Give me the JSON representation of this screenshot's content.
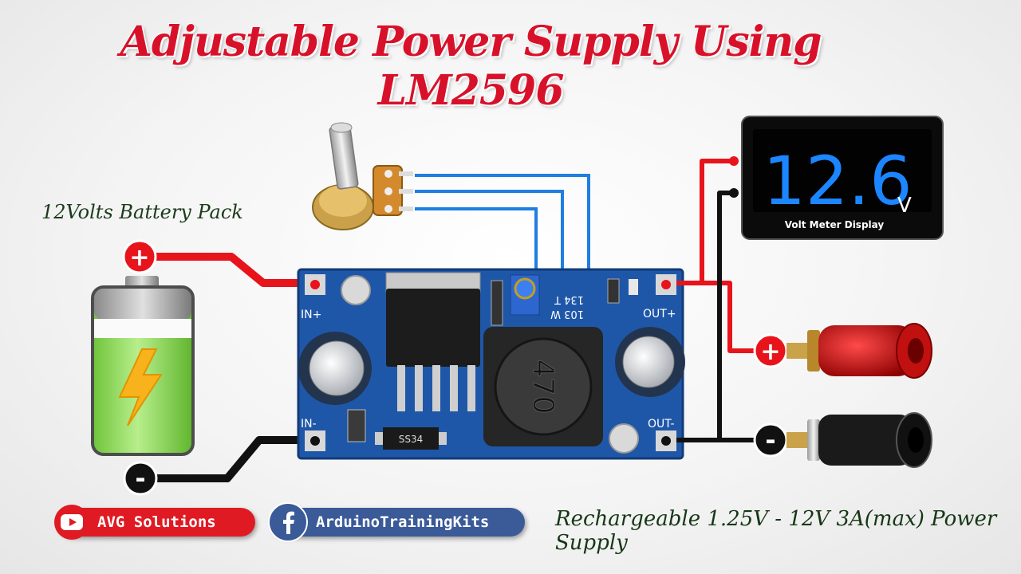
{
  "title": "Adjustable Power Supply Using LM2596",
  "battery": {
    "label": "12Volts Battery Pack",
    "plus": "+",
    "minus": "-"
  },
  "board": {
    "in_plus": "IN+",
    "in_minus": "IN-",
    "out_plus": "OUT+",
    "out_minus": "OUT-",
    "pot_code": "134 T",
    "pot_code2": "103 W",
    "inductor_code": "470",
    "diode_code": "SS34"
  },
  "voltmeter": {
    "reading": "12.6",
    "unit": "V",
    "caption": "Volt Meter Display"
  },
  "output": {
    "plus": "+",
    "minus": "-"
  },
  "footer": {
    "youtube_label": "AVG Solutions",
    "facebook_label": "ArduinoTrainingKits",
    "supply_description": "Rechargeable 1.25V - 12V 3A(max) Power Supply"
  },
  "colors": {
    "title": "#d8112a",
    "wire_red": "#e8141c",
    "wire_black": "#111111",
    "wire_blue": "#1e7fe0",
    "board": "#1f57a8",
    "lcd_digits": "#1b86ff"
  }
}
